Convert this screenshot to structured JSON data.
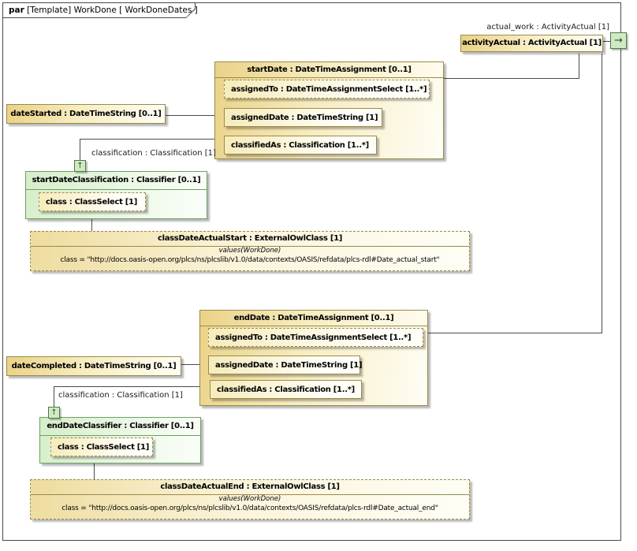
{
  "frame": {
    "keyword": "par",
    "title": "[Template] WorkDone [ WorkDoneDates ]"
  },
  "icons": {
    "output_port": "→",
    "classifier_port": "↑"
  },
  "activity": {
    "connector_label": "actual_work : ActivityActual [1]",
    "box": "activityActual : ActivityActual [1]"
  },
  "start": {
    "assignment": {
      "title": "startDate : DateTimeAssignment [0..1]",
      "assigned_to": "assignedTo : DateTimeAssignmentSelect [1..*]",
      "assigned_date": "assignedDate : DateTimeString [1]",
      "classified_as": "classifiedAs : Classification [1..*]"
    },
    "date_box": "dateStarted : DateTimeString [0..1]",
    "classification_label": "classification : Classification [1]",
    "classifier": {
      "title": "startDateClassification : Classifier [0..1]",
      "class_part": "class : ClassSelect [1]"
    },
    "owl_class": {
      "title": "classDateActualStart : ExternalOwlClass [1]",
      "values_note": "values(WorkDone)",
      "class_value": "class = \"http://docs.oasis-open.org/plcs/ns/plcslib/v1.0/data/contexts/OASIS/refdata/plcs-rdl#Date_actual_start\""
    }
  },
  "end": {
    "assignment": {
      "title": "endDate : DateTimeAssignment [0..1]",
      "assigned_to": "assignedTo : DateTimeAssignmentSelect [1..*]",
      "assigned_date": "assignedDate : DateTimeString [1]",
      "classified_as": "classifiedAs : Classification [1..*]"
    },
    "date_box": "dateCompleted : DateTimeString [0..1]",
    "classification_label": "classification : Classification [1]",
    "classifier": {
      "title": "endDateClassifier : Classifier [0..1]",
      "class_part": "class : ClassSelect [1]"
    },
    "owl_class": {
      "title": "classDateActualEnd : ExternalOwlClass [1]",
      "values_note": "values(WorkDone)",
      "class_value": "class = \"http://docs.oasis-open.org/plcs/ns/plcslib/v1.0/data/contexts/OASIS/refdata/plcs-rdl#Date_actual_end\""
    }
  },
  "colors": {
    "box_border": "#9a8b47",
    "box_fill": "#ead287",
    "green_border": "#6f9e66",
    "green_fill": "#d6eec9",
    "connector": "#4a4a4a"
  }
}
